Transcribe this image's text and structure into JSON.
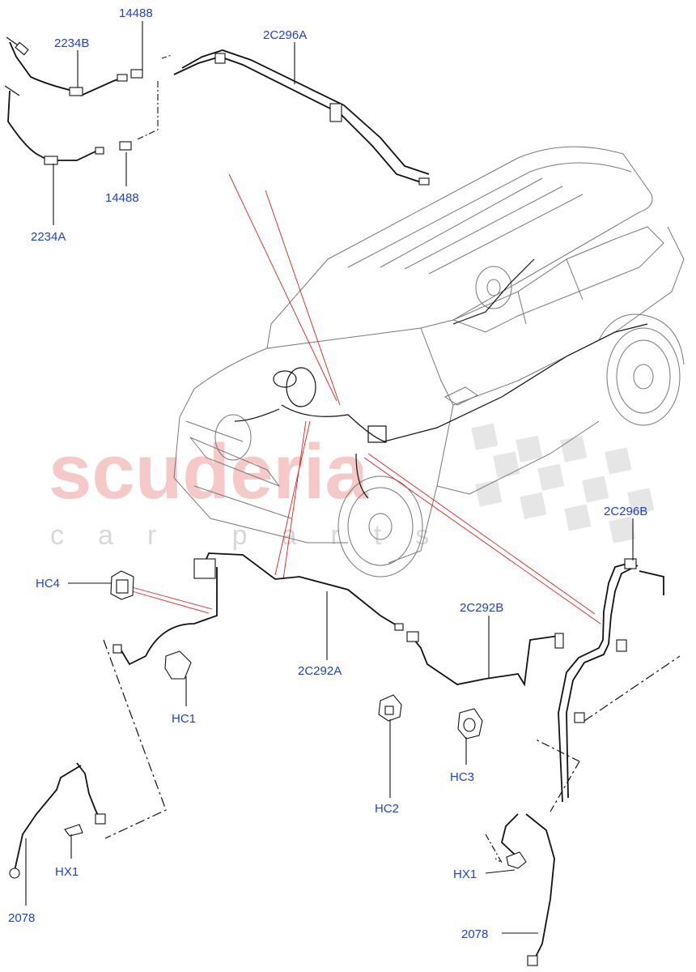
{
  "watermark": {
    "main": "scuderia",
    "sub": "car parts"
  },
  "labels": {
    "p14488_top": "14488",
    "p2234B": "2234B",
    "p2C296A": "2C296A",
    "p14488_bottom": "14488",
    "p2234A": "2234A",
    "p2C296B": "2C296B",
    "HC4": "HC4",
    "p2C292B": "2C292B",
    "p2C292A": "2C292A",
    "HC1": "HC1",
    "HC3": "HC3",
    "HC2": "HC2",
    "HX1_left": "HX1",
    "p2078_left": "2078",
    "HX1_right": "HX1",
    "p2078_right": "2078"
  },
  "colors": {
    "callout_text": "#1f3fd6",
    "leader_red": "#e02020",
    "watermark_red": "#f4b8b8",
    "watermark_gray": "#d8d8d8"
  }
}
